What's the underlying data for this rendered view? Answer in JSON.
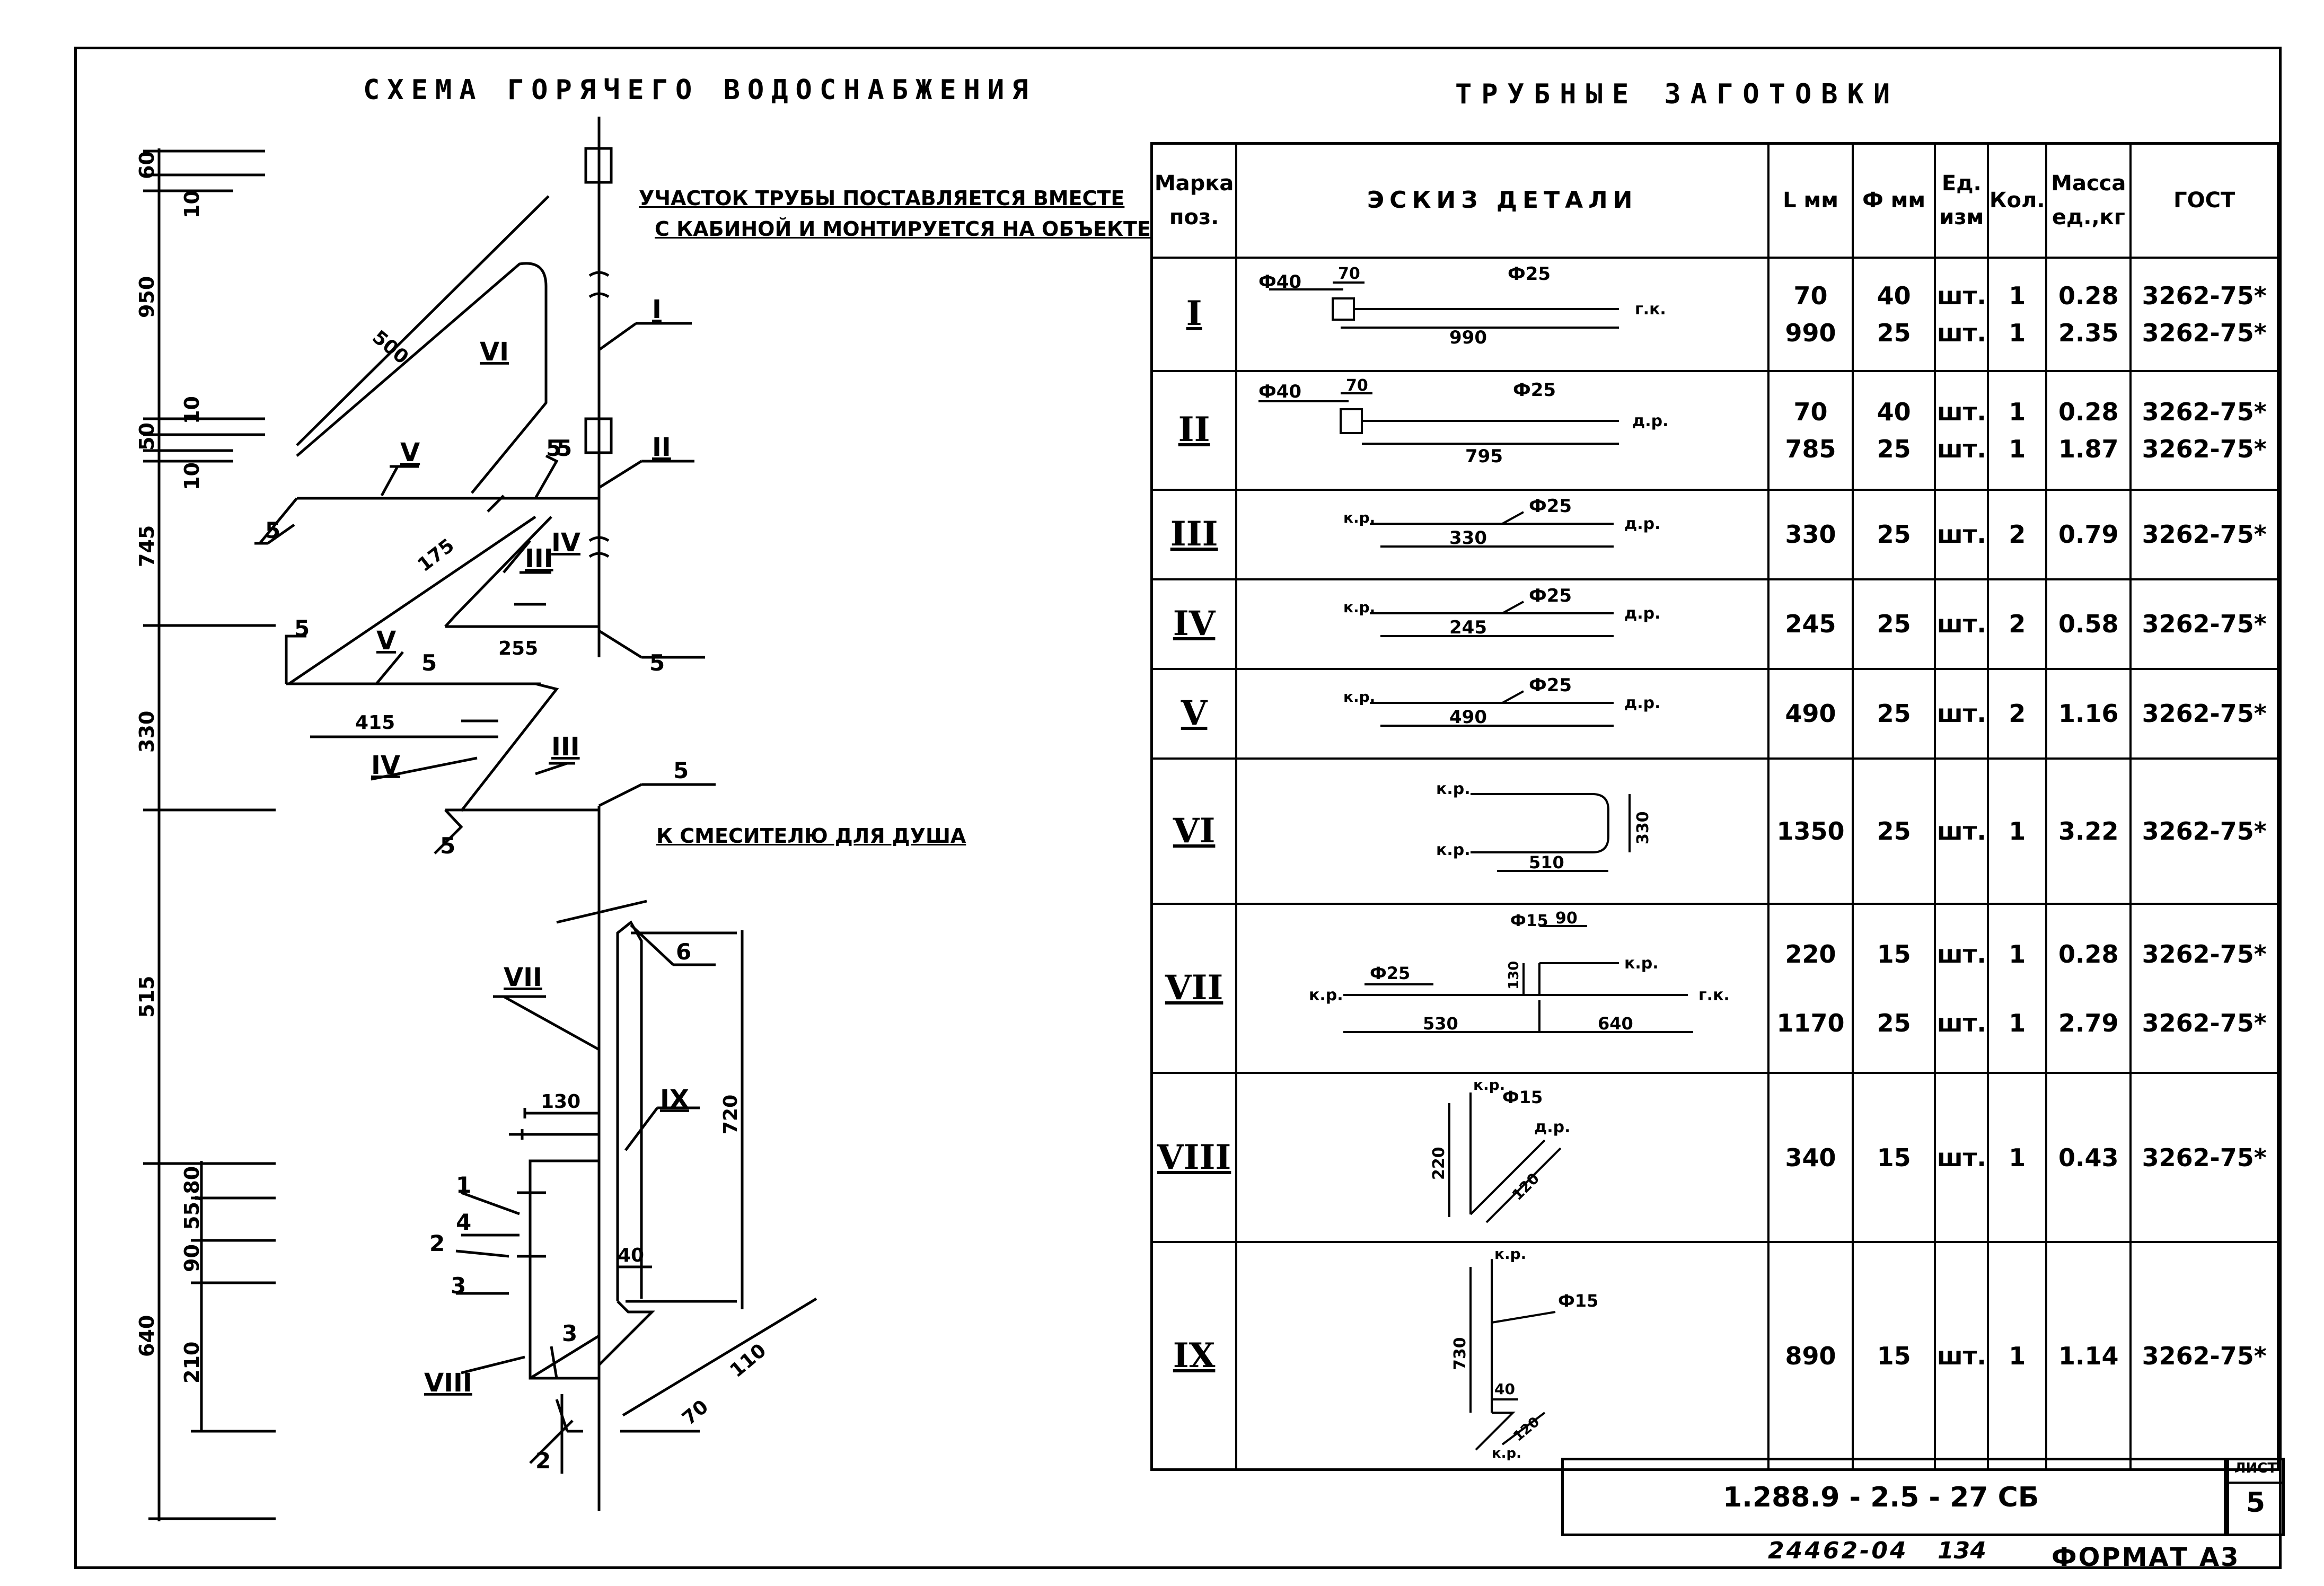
{
  "left_title": "Схема горячего водоснабжения",
  "right_title": "Трубные заготовки",
  "note_lines": [
    "Участок трубы поставляется вместе",
    "с кабиной и монтируется на объекте"
  ],
  "shower_note": "К смесителю для душа",
  "dimensions_left": [
    "60",
    "10",
    "950",
    "50",
    "10",
    "10",
    "745",
    "330",
    "515",
    "55,80",
    "90",
    "640",
    "210"
  ],
  "scheme_labels": {
    "dims": [
      "500",
      "175",
      "255",
      "415",
      "130",
      "720",
      "40",
      "110",
      "70"
    ],
    "marks": [
      "I",
      "II",
      "III",
      "III",
      "IV",
      "IV",
      "V",
      "V",
      "VI",
      "VII",
      "VIII",
      "IX"
    ],
    "nodes": [
      "5",
      "5",
      "5",
      "5",
      "5",
      "5",
      "5",
      "5",
      "6",
      "1",
      "4",
      "2",
      "3",
      "3",
      "2"
    ]
  },
  "table": {
    "headers": {
      "mark": "Марка поз.",
      "sketch": "Эскиз детали",
      "L": "L мм",
      "phi": "Ф мм",
      "unit": "Ед. изм",
      "qty": "Кол.",
      "mass": "Масса ед.,кг",
      "gost": "ГОСТ"
    },
    "rows": [
      {
        "mark": "I",
        "L": [
          "70",
          "990"
        ],
        "phi": [
          "40",
          "25"
        ],
        "unit": [
          "шт.",
          "шт."
        ],
        "qty": [
          "1",
          "1"
        ],
        "mass": [
          "0.28",
          "2.35"
        ],
        "gost": [
          "3262-75*",
          "3262-75*"
        ],
        "sketch": {
          "phi_a": "Ф40",
          "phi_b": "Ф25",
          "dim_small": "70",
          "dim_main": "990",
          "end": "г.к."
        }
      },
      {
        "mark": "II",
        "L": [
          "70",
          "785"
        ],
        "phi": [
          "40",
          "25"
        ],
        "unit": [
          "шт.",
          "шт."
        ],
        "qty": [
          "1",
          "1"
        ],
        "mass": [
          "0.28",
          "1.87"
        ],
        "gost": [
          "3262-75*",
          "3262-75*"
        ],
        "sketch": {
          "phi_a": "Ф40",
          "phi_b": "Ф25",
          "dim_small": "70",
          "dim_main": "795",
          "end": "д.р."
        }
      },
      {
        "mark": "III",
        "L": [
          "330"
        ],
        "phi": [
          "25"
        ],
        "unit": [
          "шт."
        ],
        "qty": [
          "2"
        ],
        "mass": [
          "0.79"
        ],
        "gost": [
          "3262-75*"
        ],
        "sketch": {
          "start": "к.р.",
          "phi": "Ф25",
          "dim": "330",
          "end": "д.р."
        }
      },
      {
        "mark": "IV",
        "L": [
          "245"
        ],
        "phi": [
          "25"
        ],
        "unit": [
          "шт."
        ],
        "qty": [
          "2"
        ],
        "mass": [
          "0.58"
        ],
        "gost": [
          "3262-75*"
        ],
        "sketch": {
          "start": "к.р.",
          "phi": "Ф25",
          "dim": "245",
          "end": "д.р."
        }
      },
      {
        "mark": "V",
        "L": [
          "490"
        ],
        "phi": [
          "25"
        ],
        "unit": [
          "шт."
        ],
        "qty": [
          "2"
        ],
        "mass": [
          "1.16"
        ],
        "gost": [
          "3262-75*"
        ],
        "sketch": {
          "start": "к.р.",
          "phi": "Ф25",
          "dim": "490",
          "end": "д.р."
        }
      },
      {
        "mark": "VI",
        "L": [
          "1350"
        ],
        "phi": [
          "25"
        ],
        "unit": [
          "шт."
        ],
        "qty": [
          "1"
        ],
        "mass": [
          "3.22"
        ],
        "gost": [
          "3262-75*"
        ],
        "sketch": {
          "start": "к.р.",
          "end": "к.р.",
          "dim_w": "510",
          "dim_h": "330"
        }
      },
      {
        "mark": "VII",
        "L": [
          "220",
          "1170"
        ],
        "phi": [
          "15",
          "25"
        ],
        "unit": [
          "шт.",
          "шт."
        ],
        "qty": [
          "1",
          "1"
        ],
        "mass": [
          "0.28",
          "2.79"
        ],
        "gost": [
          "3262-75*",
          "3262-75*"
        ],
        "sketch": {
          "phi_a": "Ф15",
          "phi_b": "Ф25",
          "dim_top": "90",
          "dim_v": "130",
          "dim_l": "530",
          "dim_r": "640",
          "k1": "к.р.",
          "k2": "к.р.",
          "end": "г.к."
        }
      },
      {
        "mark": "VIII",
        "L": [
          "340"
        ],
        "phi": [
          "15"
        ],
        "unit": [
          "шт."
        ],
        "qty": [
          "1"
        ],
        "mass": [
          "0.43"
        ],
        "gost": [
          "3262-75*"
        ],
        "sketch": {
          "top": "к.р.",
          "phi": "Ф15",
          "end": "д.р.",
          "dim_v": "220",
          "dim_d": "120"
        }
      },
      {
        "mark": "IX",
        "L": [
          "890"
        ],
        "phi": [
          "15"
        ],
        "unit": [
          "шт."
        ],
        "qty": [
          "1"
        ],
        "mass": [
          "1.14"
        ],
        "gost": [
          "3262-75*"
        ],
        "sketch": {
          "top": "к.р.",
          "phi": "Ф15",
          "bottom": "к.р.",
          "dim_v": "730",
          "dim_s": "40",
          "dim_d": "120"
        }
      }
    ]
  },
  "stamp": {
    "code": "1.288.9 - 2.5 - 27   СБ",
    "sheet_label": "Лист",
    "sheet": "5"
  },
  "footer": {
    "inv": "24462-04",
    "page": "134",
    "format": "Формат А3"
  }
}
